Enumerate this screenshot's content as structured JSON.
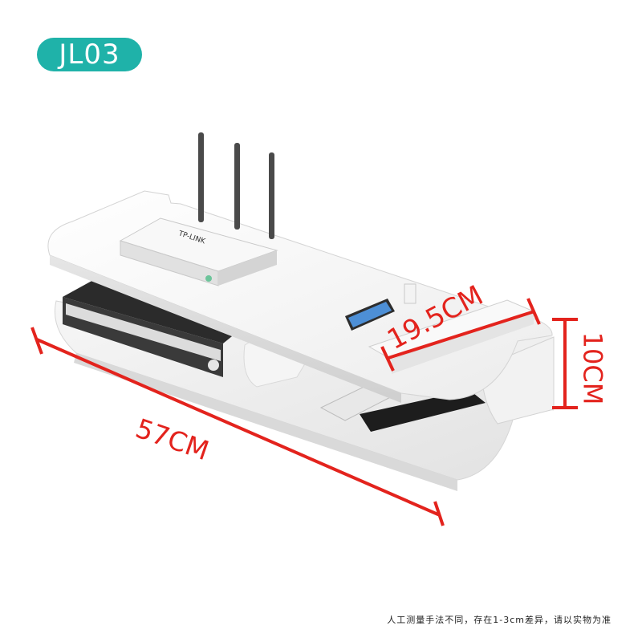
{
  "model_badge": "JL03",
  "dimensions": {
    "width": "57CM",
    "depth": "19.5CM",
    "height": "10CM"
  },
  "router_brand": "TP-LINK",
  "footnote": "人工测量手法不同，存在1-3cm差异，请以实物为准",
  "colors": {
    "badge": "#1fb2a9",
    "dimension": "#e3231d",
    "shelf": "#f4f4f4"
  }
}
